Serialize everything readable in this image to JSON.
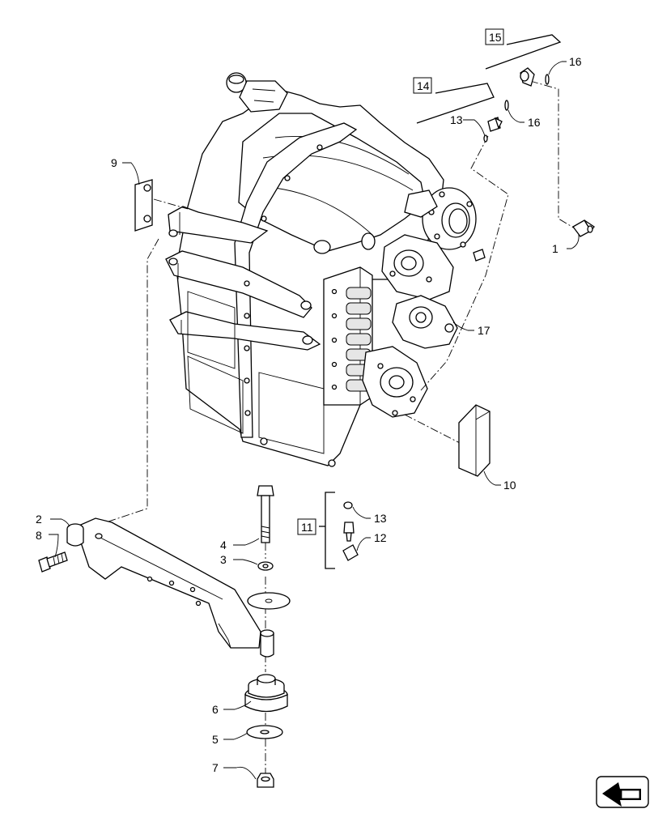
{
  "callouts": {
    "c1": "1",
    "c2": "2",
    "c3": "3",
    "c4": "4",
    "c5": "5",
    "c6": "6",
    "c7": "7",
    "c8": "8",
    "c9": "9",
    "c10": "10",
    "c11": "11",
    "c12": "12",
    "c13a": "13",
    "c13b": "13",
    "c14": "14",
    "c15": "15",
    "c16a": "16",
    "c16b": "16",
    "c17": "17"
  },
  "icons": {
    "nav": "previous-page-arrow-icon"
  }
}
